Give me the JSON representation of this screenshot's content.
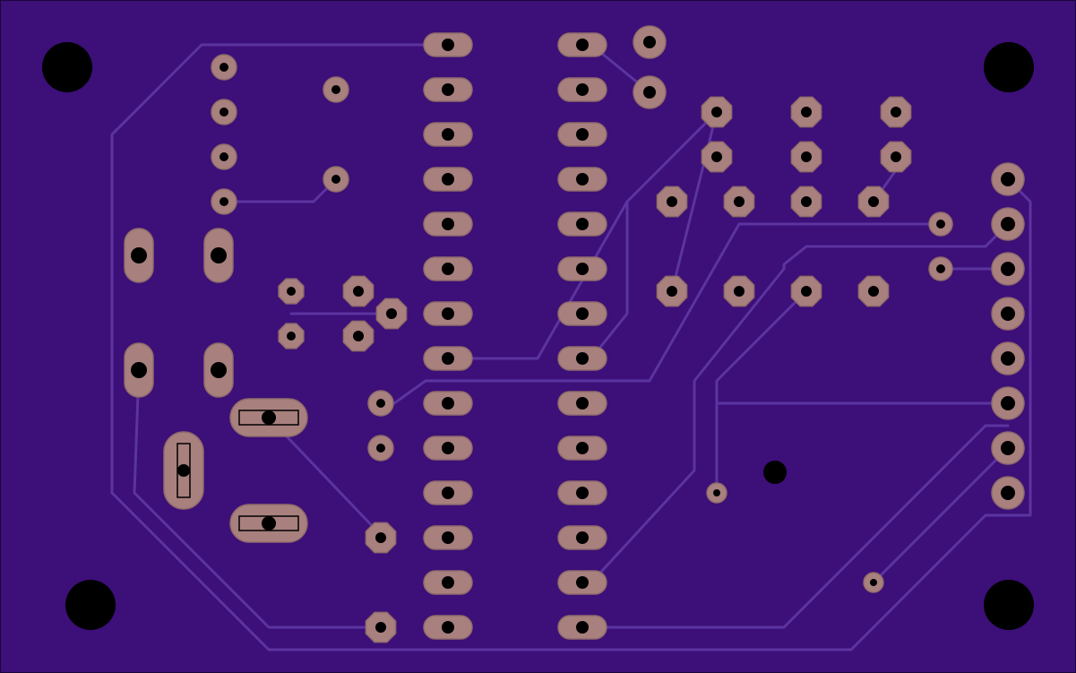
{
  "colors": {
    "board": "#3d0f78",
    "border": "#1a0638",
    "trace": "#5b34a0",
    "copper": "#a8807e",
    "copper_edge": "#8f6c6a",
    "drill": "#000000",
    "silkscreen": "#000000",
    "mounting_hole": "#000000"
  },
  "board": {
    "description_visible_text": "",
    "layer": "bottom copper"
  },
  "components": {
    "ic_socket": {
      "pin_count": 28,
      "pad_shape": "oval"
    },
    "header_right": {
      "pin_count": 8,
      "pad_shape": "round"
    },
    "mounting_holes": 4
  }
}
